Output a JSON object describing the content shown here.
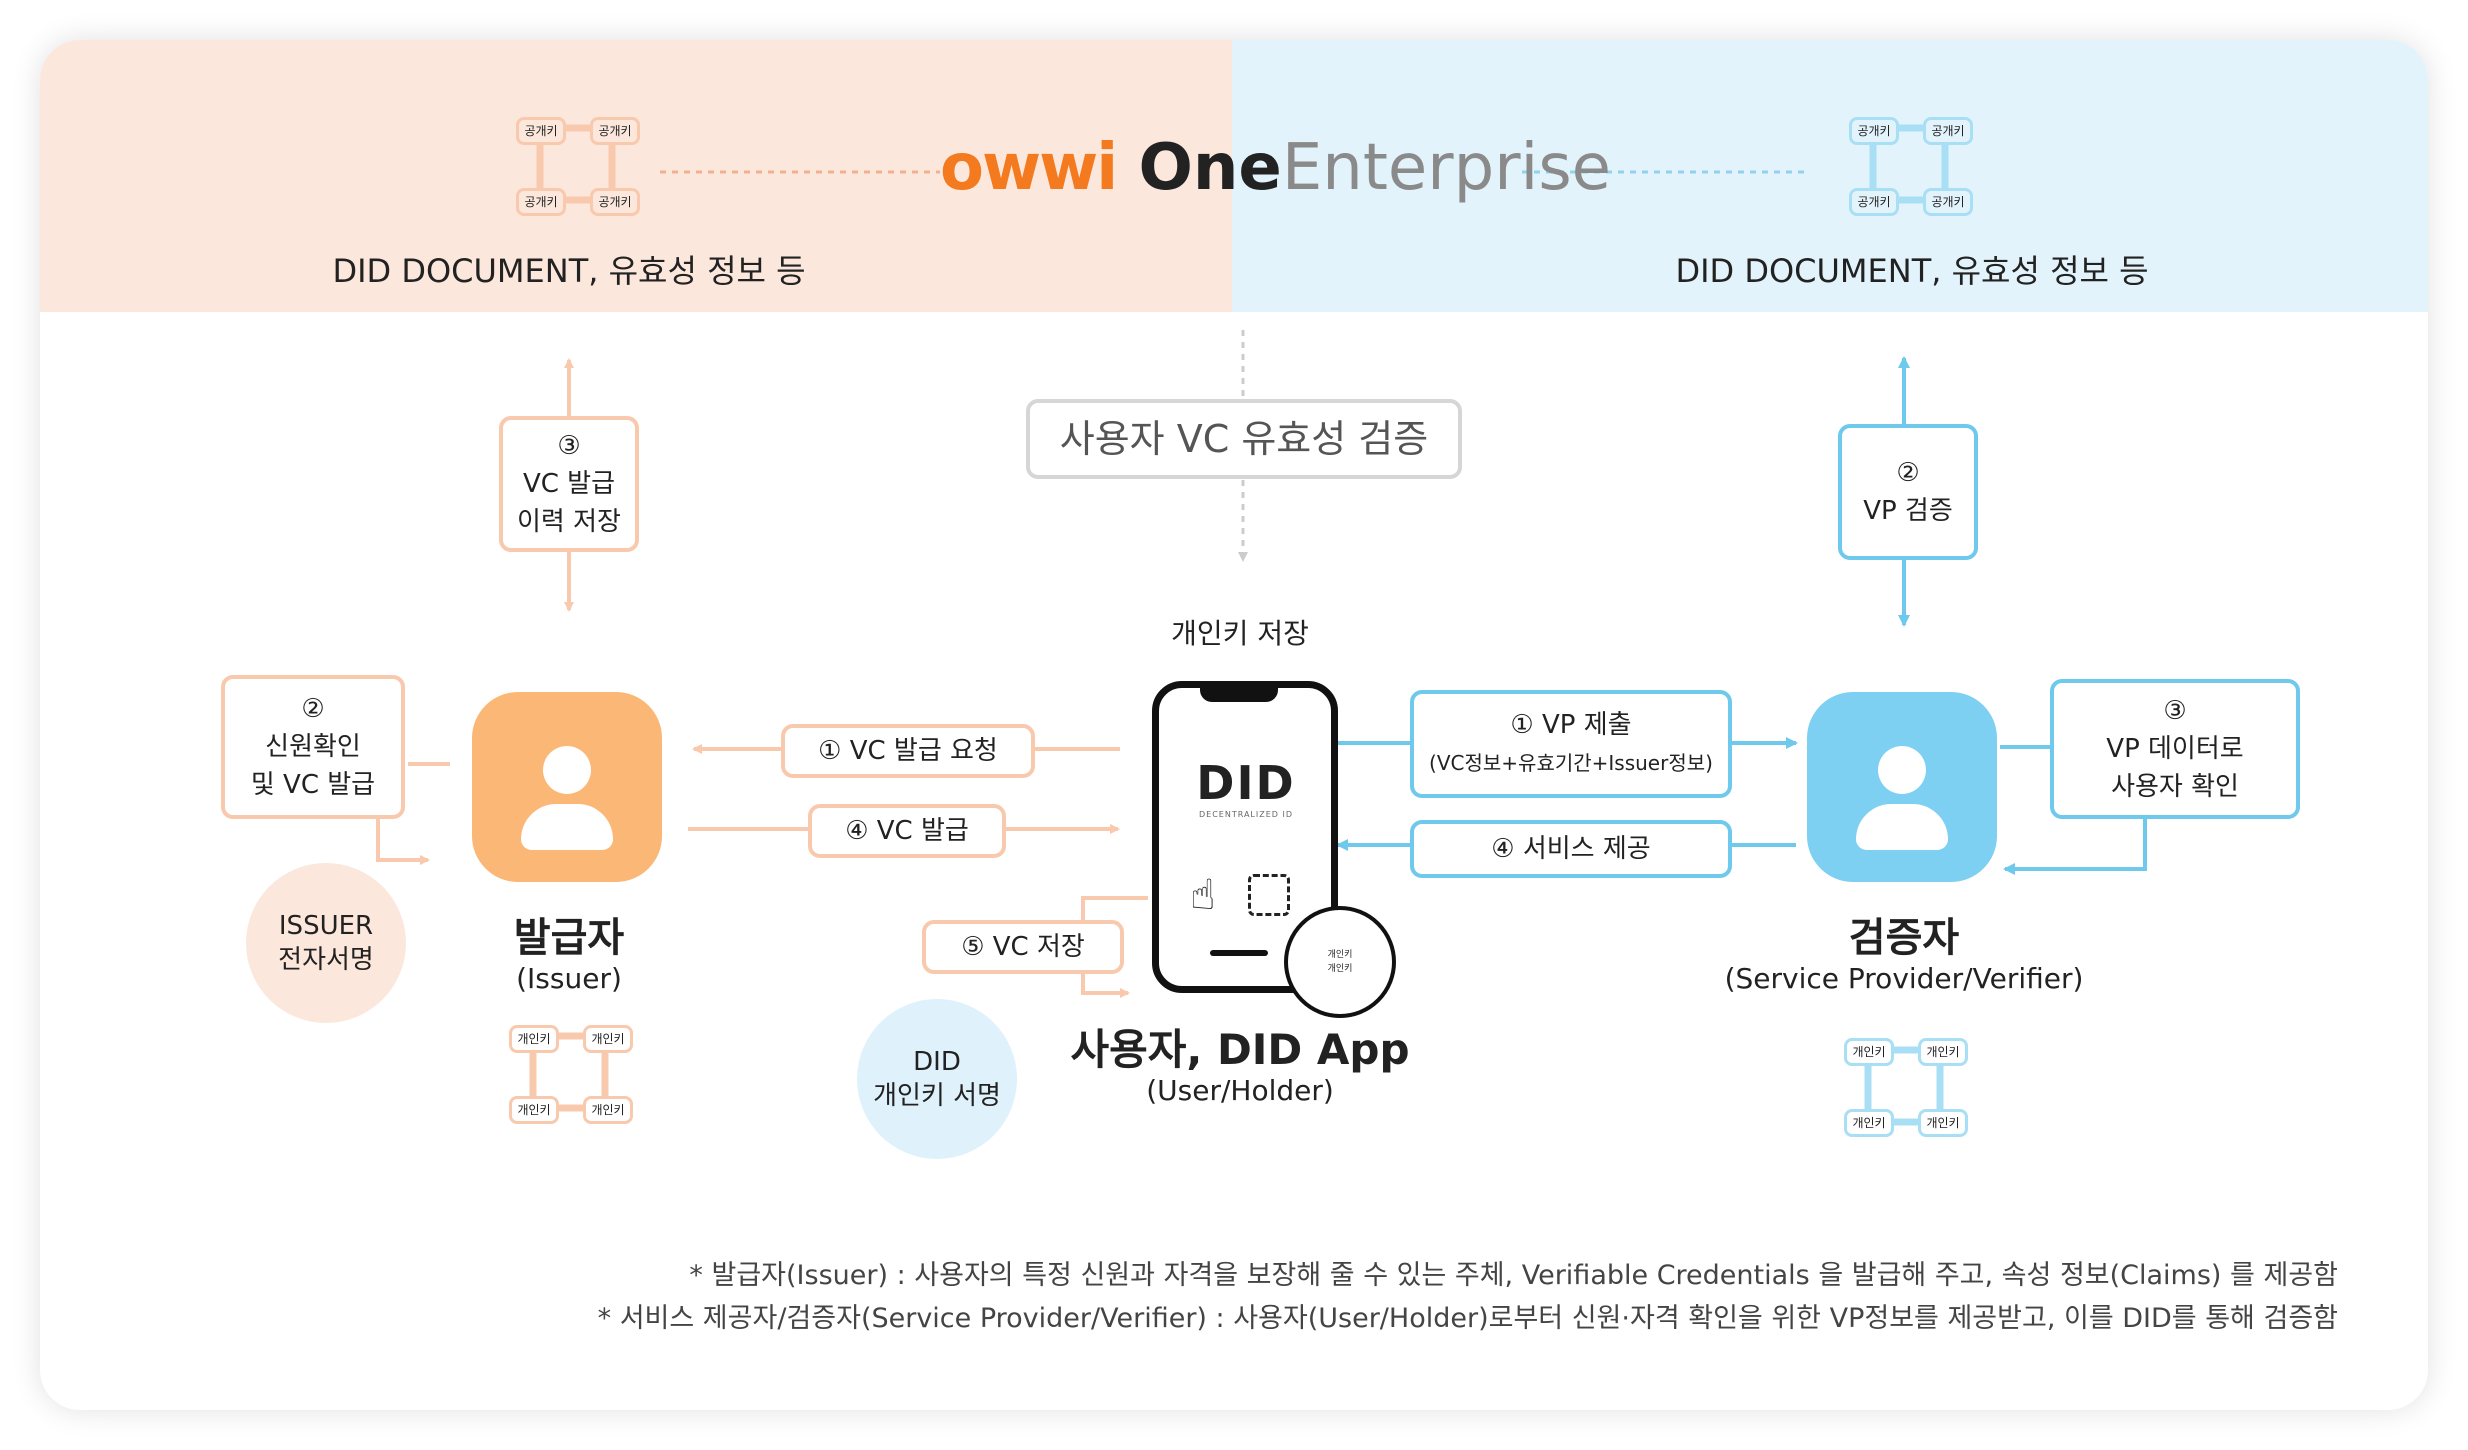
{
  "brand": {
    "logo_mark": "owwi",
    "logo_one": "One",
    "logo_enterprise": "Enterprise",
    "mark_color": "#f47a1f",
    "text_color": "#222222",
    "enterprise_color": "#8a8a8a"
  },
  "ledger": {
    "left_caption": "DID DOCUMENT, 유효성 정보 등",
    "right_caption": "DID DOCUMENT, 유효성 정보 등",
    "key_label": "공개키"
  },
  "center_check": "사용자 VC 유효성 검증",
  "issuer": {
    "title": "발급자",
    "subtitle": "(Issuer)",
    "step3": {
      "num": "③",
      "line1": "VC 발급",
      "line2": "이력 저장"
    },
    "step2": {
      "num": "②",
      "line1": "신원확인",
      "line2": "및 VC 발급"
    },
    "badge_line1": "ISSUER",
    "badge_line2": "전자서명",
    "key_label": "개인키",
    "color": "#fbb775"
  },
  "holder": {
    "caption": "개인키 저장",
    "title": "사용자, DID App",
    "subtitle": "(User/Holder)",
    "logo": "DID",
    "logo_sub": "DECENTRALIZED ID",
    "badge_line1": "DID",
    "badge_line2": "개인키 서명",
    "key_label": "개인키"
  },
  "flows": {
    "vc_request": "① VC 발급 요청",
    "vc_issue": "④ VC 발급",
    "vc_store": "⑤ VC 저장",
    "vp_submit_1": "① VP 제출",
    "vp_submit_2": "(VC정보+유효기간+Issuer정보)",
    "service": "④ 서비스 제공"
  },
  "verifier": {
    "title": "검증자",
    "subtitle": "(Service Provider/Verifier)",
    "step2": {
      "num": "②",
      "line1": "VP 검증"
    },
    "step3": {
      "num": "③",
      "line1": "VP 데이터로",
      "line2": "사용자 확인"
    },
    "key_label": "개인키",
    "color": "#7dd0f1"
  },
  "footnotes": [
    "* 발급자(Issuer) : 사용자의 특정 신원과 자격을 보장해 줄 수 있는 주체, Verifiable Credentials 을 발급해 주고, 속성 정보(Claims) 를 제공함",
    "* 서비스 제공자/검증자(Service Provider/Verifier) : 사용자(User/Holder)로부터 신원·자격 확인을 위한 VP정보를 제공받고, 이를 DID를 통해 검증함"
  ]
}
